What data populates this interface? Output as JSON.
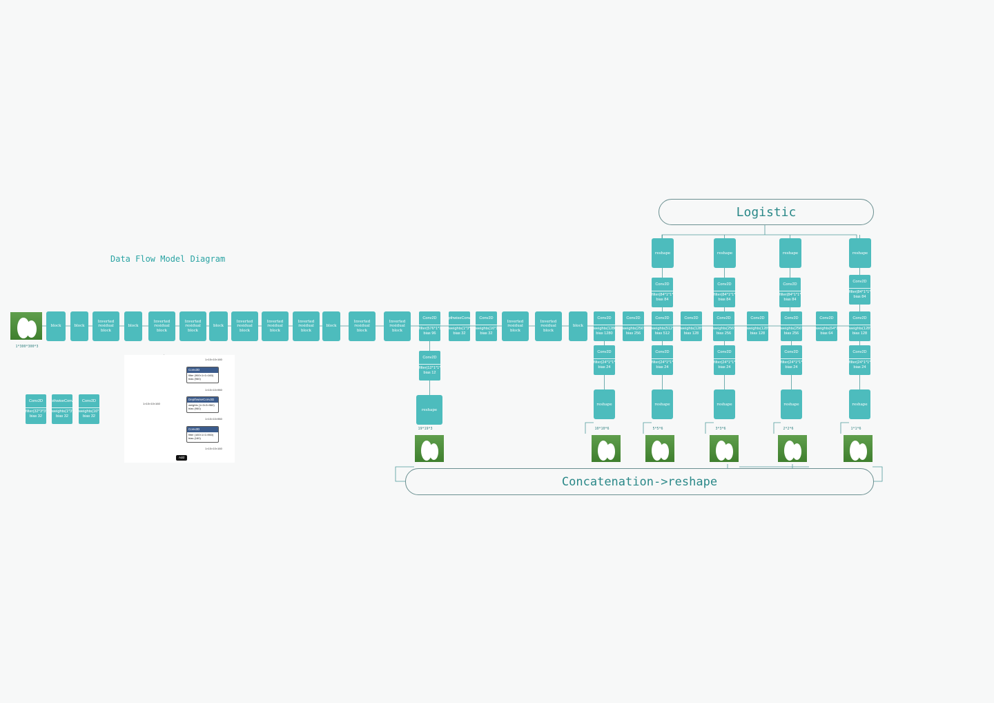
{
  "title": "Data Flow Model Diagram",
  "logistic": "Logistic",
  "concat": "Concatenation->reshape",
  "input_label": "1*300*300*3",
  "colors": {
    "node": "#4dbcbd",
    "line": "#4e9a9b",
    "text": "#2aa3a3"
  },
  "chain": [
    {
      "label": "block"
    },
    {
      "label": "block"
    },
    {
      "label": "Inverted residual block"
    },
    {
      "label": "block"
    },
    {
      "label": "Inverted residual block"
    },
    {
      "label": "Inverted residual block"
    },
    {
      "label": "block"
    },
    {
      "label": "Inverted residual block"
    },
    {
      "label": "Inverted residual block"
    },
    {
      "label": "Inverted residual block"
    },
    {
      "label": "block"
    },
    {
      "label": "Inverted residual block"
    },
    {
      "label": "Inverted residual block"
    }
  ],
  "chain2": [
    {
      "label": "Inverted residual block"
    },
    {
      "label": "Inverted residual block"
    },
    {
      "label": "block"
    }
  ],
  "main_convs": [
    {
      "head": "Conv2D",
      "body": "filter(576*1*1*96)\nbias 96"
    },
    {
      "head": "DepthwiseConv2D",
      "body": "weights(1*3*3*32)\nbias 32"
    },
    {
      "head": "Conv2D",
      "body": "weights(16*1*1*32)\nbias 32"
    },
    {
      "head": "Conv2D",
      "body": "weights(1280*1*1*320)\nbias 1280"
    },
    {
      "head": "Conv2D",
      "body": "weights(256*1*1*1280)\nbias 256"
    },
    {
      "head": "Conv2D",
      "body": "weights(512*3*3*256)\nbias 512"
    },
    {
      "head": "Conv2D",
      "body": "weights(128*1*1*512)\nbias 128"
    },
    {
      "head": "Conv2D",
      "body": "weights(256*3*3*128)\nbias 256"
    },
    {
      "head": "Conv2D",
      "body": "weights(128*1*1*256)\nbias 128"
    },
    {
      "head": "Conv2D",
      "body": "weights(256*3*3*128)\nbias 256"
    },
    {
      "head": "Conv2D",
      "body": "weights(64*1*1*256)\nbias 64"
    },
    {
      "head": "Conv2D",
      "body": "weights(128*3*3*64)\nbias 128"
    }
  ],
  "top_convs": [
    {
      "head": "Conv2D",
      "body": "filter(84*1*1*512)\nbias 84"
    },
    {
      "head": "Conv2D",
      "body": "filter(84*1*1*256)\nbias 84"
    },
    {
      "head": "Conv2D",
      "body": "filter(84*1*1*256)\nbias 84"
    },
    {
      "head": "Conv2D",
      "body": "filter(84*1*1*128)\nbias 84"
    }
  ],
  "bottom_convs": [
    {
      "head": "Conv2D",
      "body": "filter(12*1*1*576)\nbias 12"
    },
    {
      "head": "Conv2D",
      "body": "filter(24*1*1*1280)\nbias 24"
    },
    {
      "head": "Conv2D",
      "body": "filter(24*1*1*512)\nbias 24"
    },
    {
      "head": "Conv2D",
      "body": "filter(24*1*1*256)\nbias 24"
    },
    {
      "head": "Conv2D",
      "body": "filter(24*1*1*256)\nbias 24"
    },
    {
      "head": "Conv2D",
      "body": "filter(24*1*1*128)\nbias 24"
    }
  ],
  "reshape_label": "reshape",
  "feature_labels": [
    "19*19*3",
    "10*10*6",
    "5*5*6",
    "3*3*6",
    "2*2*6",
    "1*1*6"
  ],
  "legend": [
    {
      "head": "Conv2D",
      "body": "filter(32*3*3*3)\nbias 32"
    },
    {
      "head": "DepthwiseConv2D",
      "body": "weights(1*3*3*32)\nbias 32"
    },
    {
      "head": "Conv2D",
      "body": "weights(16*1*1*32)\nbias 32"
    }
  ],
  "inset": {
    "conv1": {
      "head": "Conv2D",
      "body": "filter (960×1×1×160)\nbias (960)"
    },
    "dw": {
      "head": "DepthwiseConv2D",
      "body": "weights (1×3×3×960)\nbias (960)"
    },
    "conv2": {
      "head": "Conv2D",
      "body": "filter (160×1×1×960)\nbias (160)"
    },
    "add": "Add",
    "t_in": "1×10×10×160",
    "t_mid1": "1×10×10×960",
    "t_mid2": "1×10×10×960",
    "t_out": "1×10×10×160",
    "t_skip": "1×10×10×160"
  }
}
